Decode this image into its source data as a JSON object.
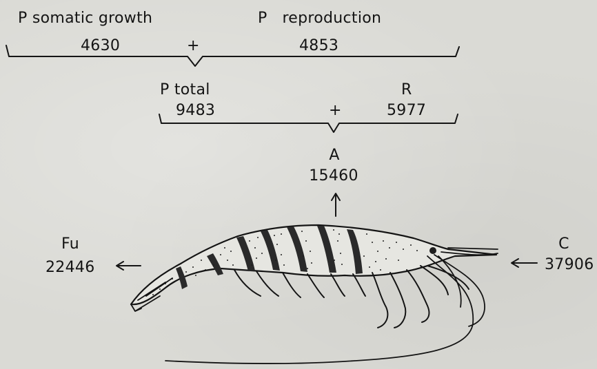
{
  "production": {
    "somatic_label": "P somatic growth",
    "somatic_value": "4630",
    "plus": "+",
    "reproduction_label": "P   reproduction",
    "reproduction_value": "4853"
  },
  "assimilation_split": {
    "p_total_label": "P total",
    "p_total_value": "9483",
    "plus": "+",
    "respiration_label": "R",
    "respiration_value": "5977"
  },
  "assimilation": {
    "label": "A",
    "value": "15460"
  },
  "egestion": {
    "label": "Fu",
    "value": "22446"
  },
  "consumption": {
    "label": "C",
    "value": "37906"
  },
  "colors": {
    "ink": "#141414",
    "paper": "#dadad5"
  },
  "icons": [
    "bracket-top",
    "bracket-middle",
    "arrow-up-icon",
    "arrow-left-icon",
    "arrow-right-icon",
    "shrimp-illustration"
  ]
}
